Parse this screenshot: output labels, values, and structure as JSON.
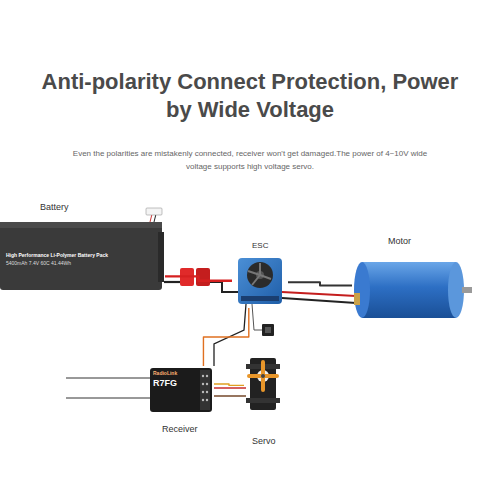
{
  "diagram": {
    "title": "Anti-polarity Connect Protection, Power by Wide Voltage",
    "nodes": [
      {
        "text": [
          "Battery",
          "High Performance Li-Polymer Battery Pack",
          "5400mAh 7.4V 60C 41.44Wh"
        ]
      },
      {
        "text": [
          "ESC"
        ]
      },
      {
        "text": [
          "Motor"
        ]
      },
      {
        "text": [
          "RadioLink",
          "R7FG",
          "Receiver"
        ]
      },
      {
        "text": [
          "Servo"
        ]
      }
    ],
    "edges": [
      {
        "from": 0,
        "to": 1,
        "arrow": "none"
      },
      {
        "from": 1,
        "to": 2,
        "arrow": "none"
      },
      {
        "from": 1,
        "to": 3,
        "arrow": "none"
      },
      {
        "from": 3,
        "to": 4,
        "arrow": "none"
      }
    ],
    "labels": [
      "Even the polarities are mistakenly connected, receiver won't get damaged.The power of 4~10V wide voltage supports high voltage servo."
    ]
  }
}
